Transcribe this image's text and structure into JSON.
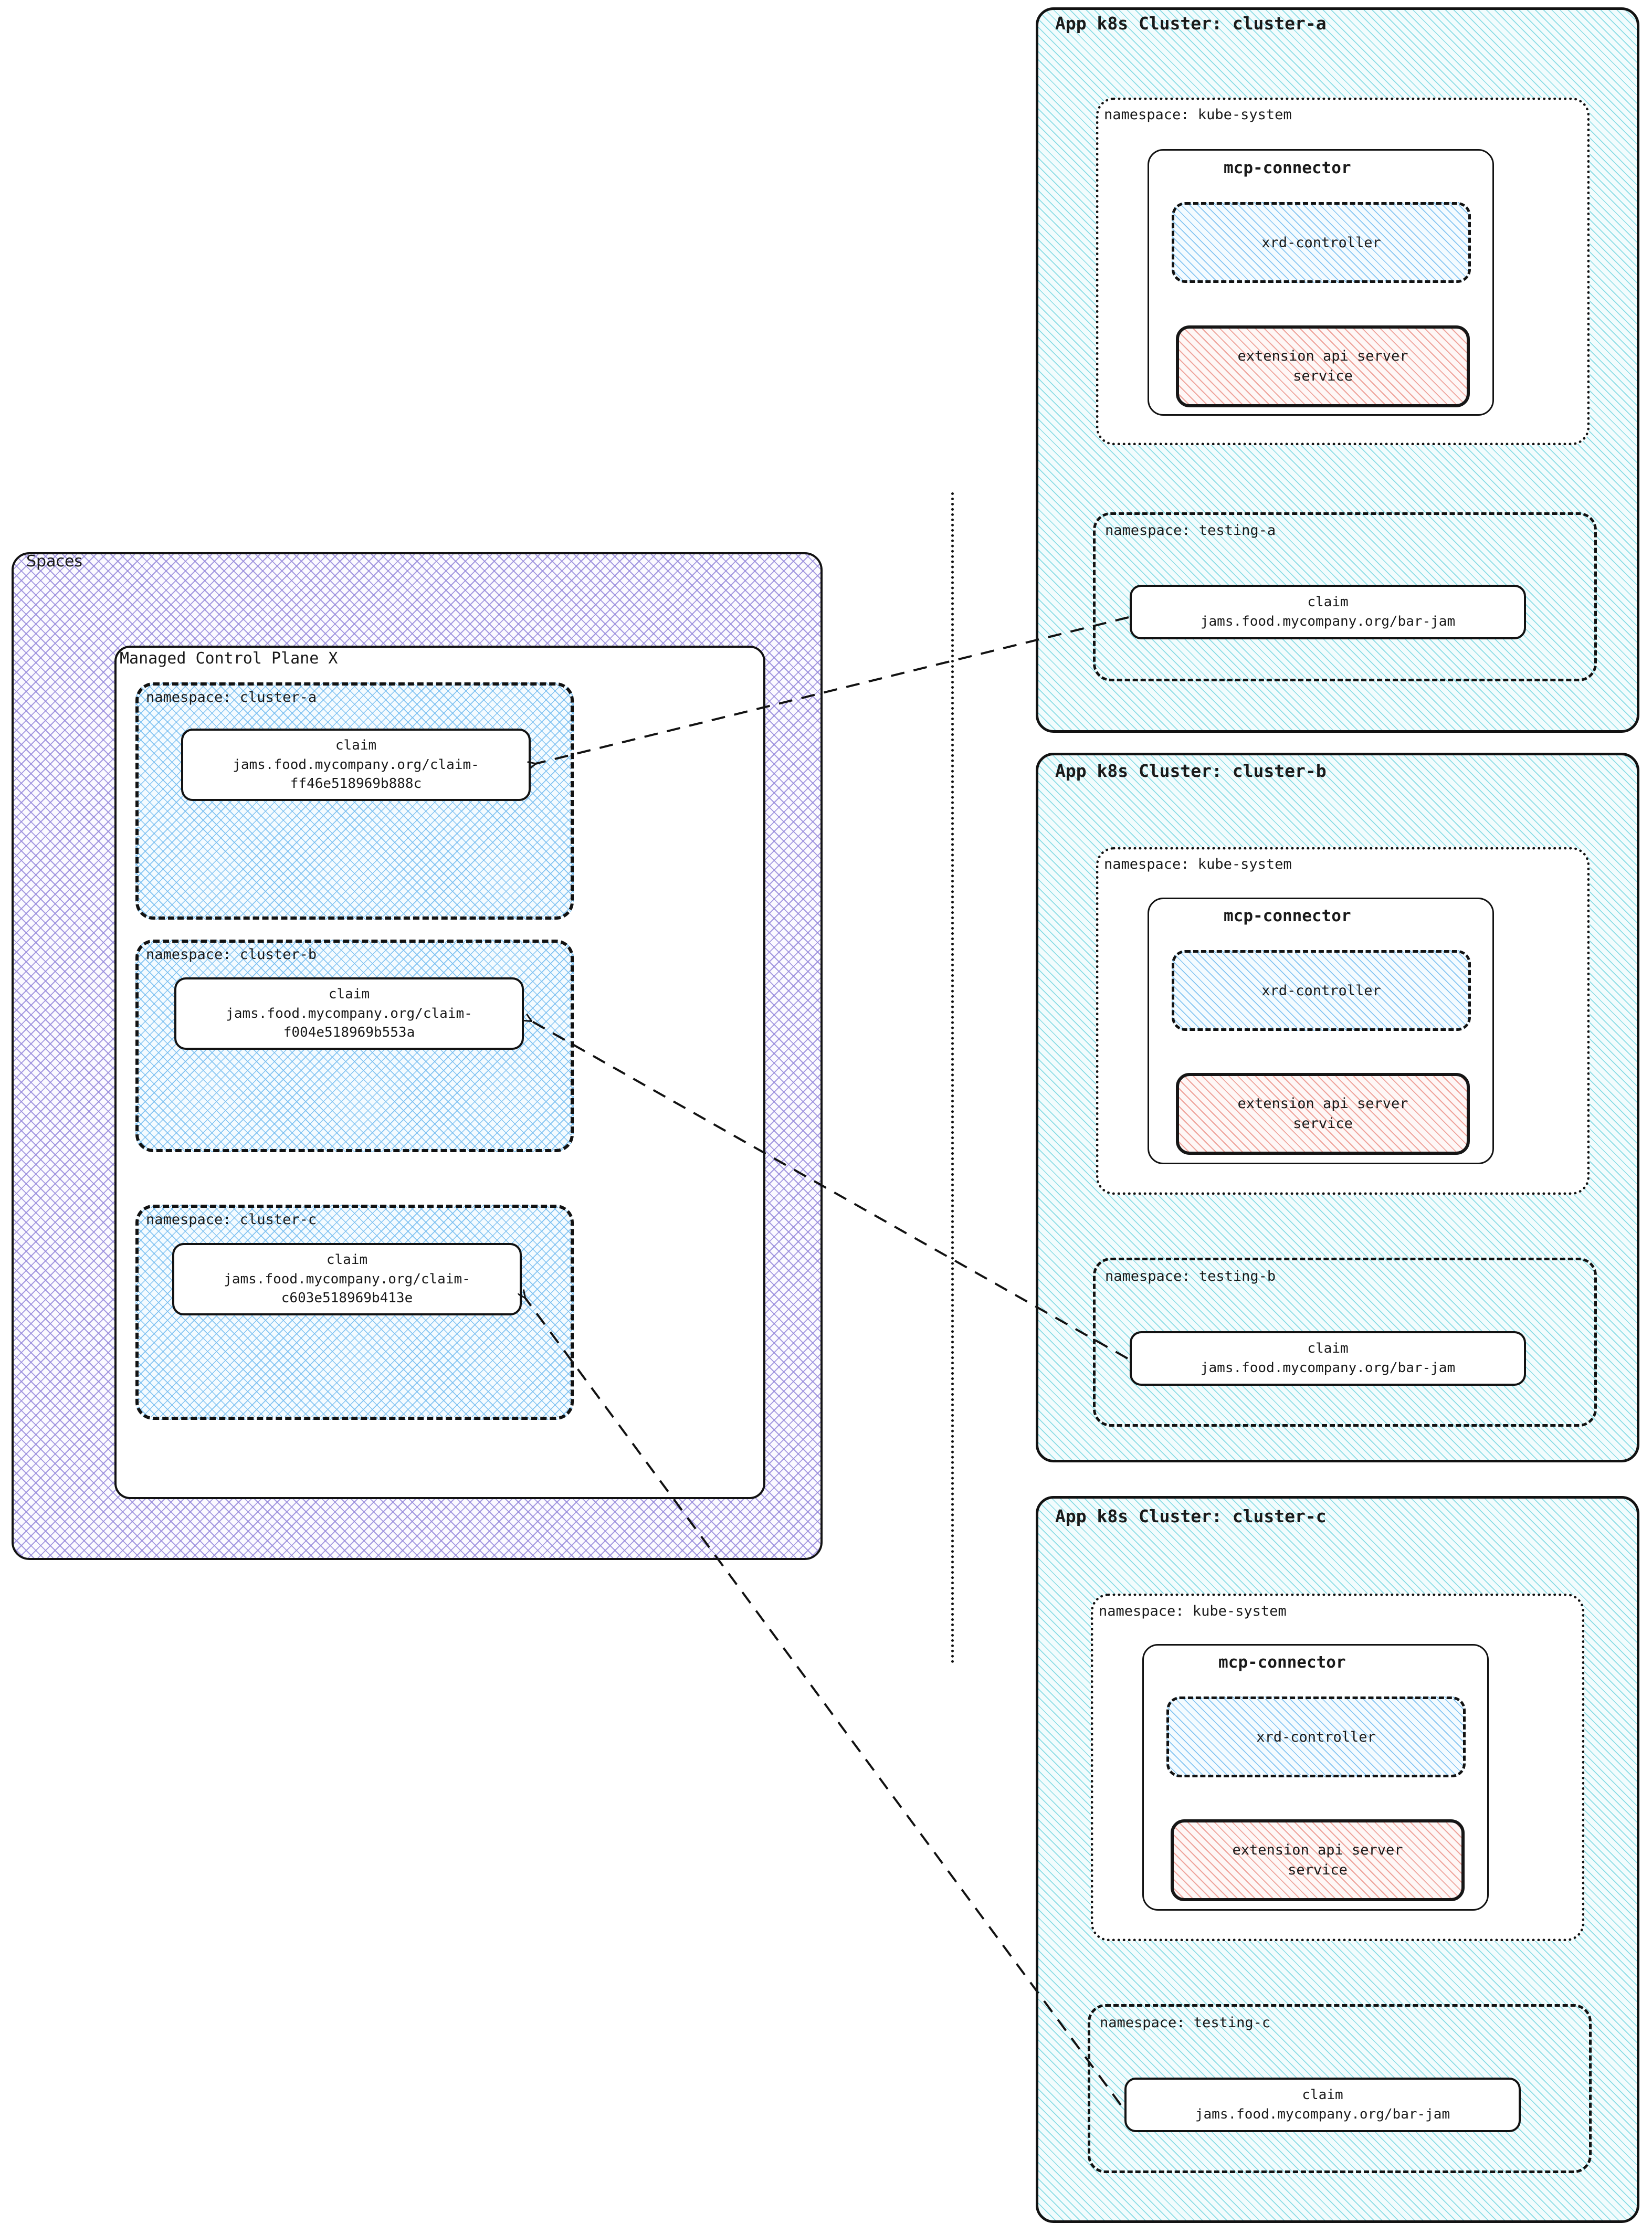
{
  "spaces": {
    "label": "Spaces",
    "control_plane": {
      "label": "Managed Control Plane X",
      "namespaces": [
        {
          "label": "namespace: cluster-a",
          "claim": {
            "kind": "claim",
            "ref": "jams.food.mycompany.org/claim-\nff46e518969b888c"
          }
        },
        {
          "label": "namespace: cluster-b",
          "claim": {
            "kind": "claim",
            "ref": "jams.food.mycompany.org/claim-\nf004e518969b553a"
          }
        },
        {
          "label": "namespace: cluster-c",
          "claim": {
            "kind": "claim",
            "ref": "jams.food.mycompany.org/claim-\nc603e518969b413e"
          }
        }
      ]
    }
  },
  "clusters": [
    {
      "title": "App k8s Cluster: cluster-a",
      "kube_namespace": "namespace: kube-system",
      "connector": {
        "title": "mcp-connector",
        "xrd_controller": "xrd-controller",
        "extension_api": "extension api server\nservice"
      },
      "testing_namespace": "namespace: testing-a",
      "claim": {
        "kind": "claim",
        "ref": "jams.food.mycompany.org/bar-jam"
      }
    },
    {
      "title": "App k8s Cluster: cluster-b",
      "kube_namespace": "namespace: kube-system",
      "connector": {
        "title": "mcp-connector",
        "xrd_controller": "xrd-controller",
        "extension_api": "extension api server\nservice"
      },
      "testing_namespace": "namespace: testing-b",
      "claim": {
        "kind": "claim",
        "ref": "jams.food.mycompany.org/bar-jam"
      }
    },
    {
      "title": "App k8s Cluster: cluster-c",
      "kube_namespace": "namespace: kube-system",
      "connector": {
        "title": "mcp-connector",
        "xrd_controller": "xrd-controller",
        "extension_api": "extension api server\nservice"
      },
      "testing_namespace": "namespace: testing-c",
      "claim": {
        "kind": "claim",
        "ref": "jams.food.mycompany.org/bar-jam"
      }
    }
  ],
  "colors": {
    "spaces_hatch": "#9689db",
    "namespace_hatch": "#78bef0",
    "cluster_hatch": "#78d7e1",
    "extension_api_hatch": "#ec968c",
    "stroke": "#121212"
  }
}
